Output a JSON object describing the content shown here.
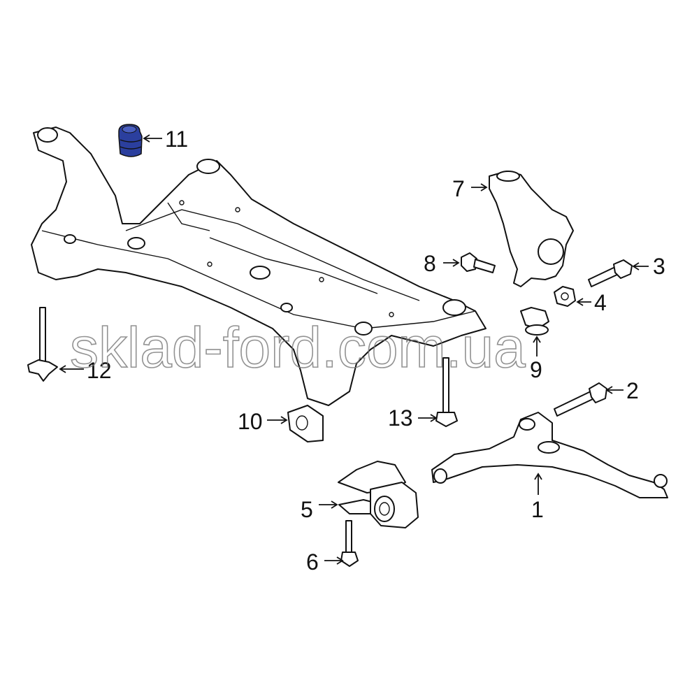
{
  "diagram": {
    "title": "Front suspension subframe and lower control arm parts diagram",
    "highlight_color": "#2b3f9e",
    "watermark": "sklad-ford.com.ua",
    "callouts": [
      {
        "id": "1",
        "part": "lower-control-arm"
      },
      {
        "id": "2",
        "part": "control-arm-front-bolt"
      },
      {
        "id": "3",
        "part": "knuckle-bolt"
      },
      {
        "id": "4",
        "part": "nut"
      },
      {
        "id": "5",
        "part": "rear-bushing-bracket"
      },
      {
        "id": "6",
        "part": "bracket-bolt"
      },
      {
        "id": "7",
        "part": "steering-knuckle"
      },
      {
        "id": "8",
        "part": "pinch-bolt"
      },
      {
        "id": "9",
        "part": "stabilizer-bushing"
      },
      {
        "id": "10",
        "part": "subframe-bracket"
      },
      {
        "id": "11",
        "part": "subframe-bushing"
      },
      {
        "id": "12",
        "part": "subframe-stud"
      },
      {
        "id": "13",
        "part": "subframe-mount-bolt"
      }
    ]
  }
}
